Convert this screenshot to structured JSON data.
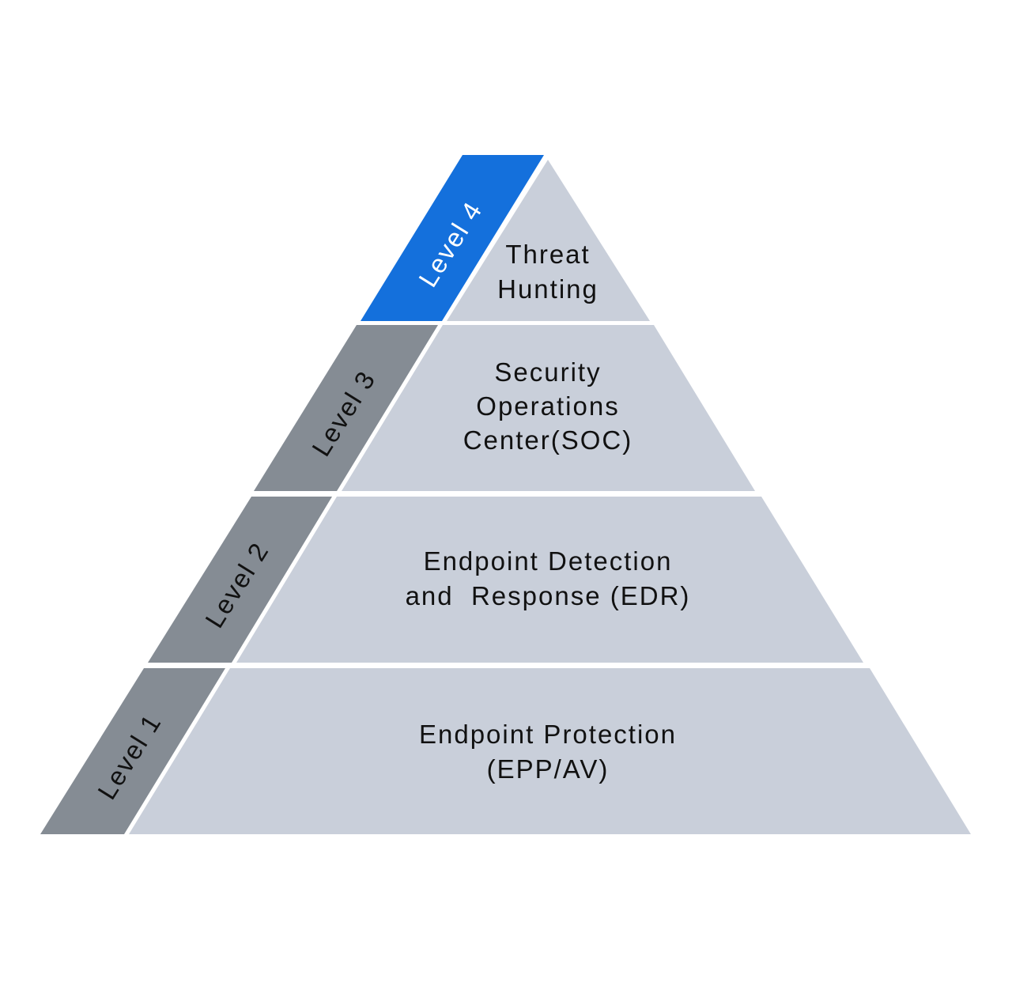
{
  "diagram": {
    "type": "pyramid",
    "colors": {
      "highlight_band": "#1470dc",
      "level_band": "#858c94",
      "tier_fill": "#c9cfda",
      "text": "#111111",
      "highlight_text": "#ffffff"
    },
    "tiers": [
      {
        "level": "Level 4",
        "lines": [
          "Threat",
          "Hunting"
        ],
        "highlighted": true
      },
      {
        "level": "Level 3",
        "lines": [
          "Security",
          "Operations",
          "Center(SOC)"
        ],
        "highlighted": false
      },
      {
        "level": "Level 2",
        "lines": [
          "Endpoint Detection",
          "and  Response (EDR)"
        ],
        "highlighted": false
      },
      {
        "level": "Level 1",
        "lines": [
          "Endpoint Protection",
          "(EPP/AV)"
        ],
        "highlighted": false
      }
    ]
  }
}
